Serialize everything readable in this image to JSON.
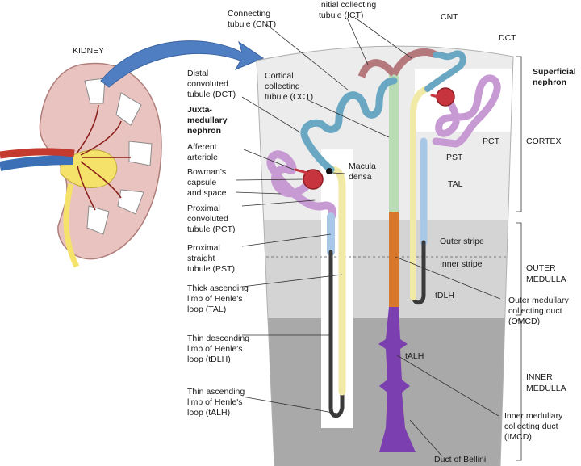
{
  "labels": {
    "kidney": "KIDNEY",
    "connecting_tubule": [
      "Connecting",
      "tubule (CNT)"
    ],
    "initial_collecting": [
      "Initial collecting",
      "tubule (ICT)"
    ],
    "cnt": "CNT",
    "dct": "DCT",
    "superficial": [
      "Superficial",
      "nephron"
    ],
    "distal_convoluted": [
      "Distal",
      "convoluted",
      "tubule (DCT)"
    ],
    "juxta": [
      "Juxta-",
      "medullary",
      "nephron"
    ],
    "cortical_collecting": [
      "Cortical",
      "collecting",
      "tubule (CCT)"
    ],
    "afferent": [
      "Afferent",
      "arteriole"
    ],
    "bowmans": [
      "Bowman's",
      "capsule",
      "and space"
    ],
    "macula": [
      "Macula",
      "densa"
    ],
    "proximal_convoluted": [
      "Proximal",
      "convoluted",
      "tubule (PCT)"
    ],
    "proximal_straight": [
      "Proximal",
      "straight",
      "tubule (PST)"
    ],
    "thick_ascending": [
      "Thick ascending",
      "limb of Henle's",
      "loop (TAL)"
    ],
    "thin_descending": [
      "Thin descending",
      "limb of Henle's",
      "loop (tDLH)"
    ],
    "thin_ascending": [
      "Thin ascending",
      "limb of Henle's",
      "loop (tALH)"
    ],
    "pct": "PCT",
    "pst": "PST",
    "tal": "TAL",
    "tdlh": "tDLH",
    "talh": "tALH",
    "cortex": "CORTEX",
    "outer_stripe": "Outer stripe",
    "inner_stripe": "Inner stripe",
    "outer_medulla": [
      "OUTER",
      "MEDULLA"
    ],
    "omcd": [
      "Outer medullary",
      "collecting duct",
      "(OMCD)"
    ],
    "inner_medulla": [
      "INNER",
      "MEDULLA"
    ],
    "imcd": [
      "Inner medullary",
      "collecting duct",
      "(IMCD)"
    ],
    "bellini": "Duct of Bellini"
  },
  "colors": {
    "cortex": "#ececec",
    "outer_medulla": "#d4d4d4",
    "inner_medulla": "#a9a9a9",
    "pct": "#c79ad3",
    "pst": "#a9c7e6",
    "tdlh": "#3a3a3a",
    "tal": "#f1eaa6",
    "dct": "#6aa7c2",
    "cnt": "#b5787d",
    "ccd": "#b9dcb4",
    "omcd": "#d9772a",
    "imcd": "#7c3fb0",
    "kidney_capsule": "#e9c3c0",
    "kidney_pelvis": "#f4e26a",
    "artery": "#c43a2f",
    "vein": "#3b6fb6",
    "arrow": "#4f7fc2"
  }
}
